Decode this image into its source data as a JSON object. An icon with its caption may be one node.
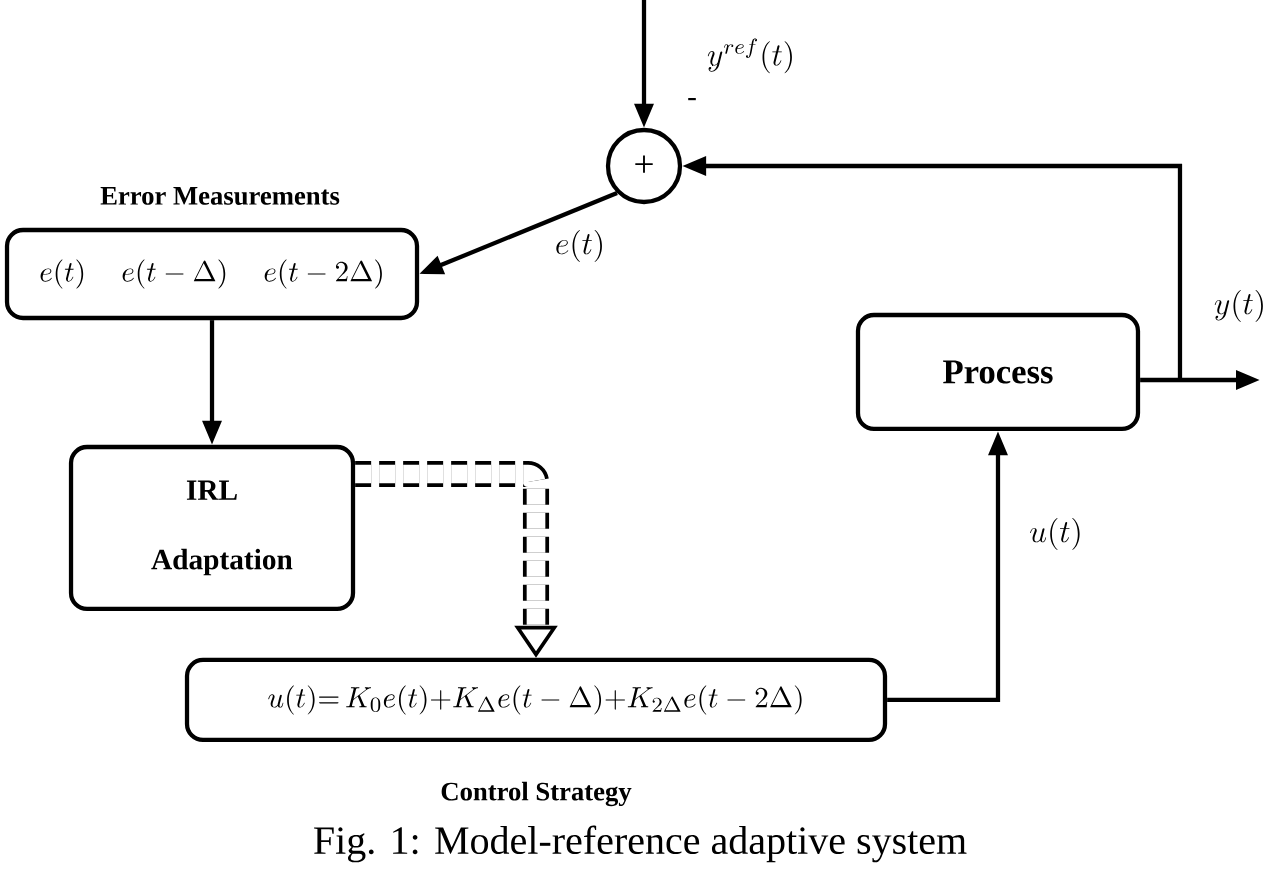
{
  "diagram": {
    "caption": "Fig. 1: Model-reference adaptive system",
    "nodes": [
      {
        "text": [
          "+"
        ]
      },
      {
        "text": [
          "Error Measurements",
          "e(t)",
          "e(t-\\Delta)",
          "e(t-2\\Delta)"
        ]
      },
      {
        "text": [
          "IRL Adaptation"
        ]
      },
      {
        "text": [
          "u(t){=}\\,K_0e(t){+}K_{\\Delta}e(t-\\Delta){+}K_{2\\Delta}e(t-2\\Delta)",
          "Control Strategy"
        ]
      },
      {
        "text": [
          "Process"
        ]
      }
    ],
    "edges": [
      {
        "from": null,
        "to": 0,
        "arrow": "to",
        "label": "y^{ref}(t)"
      },
      {
        "from": 0,
        "to": 1,
        "arrow": "to",
        "label": "e(t)"
      },
      {
        "from": 1,
        "to": 2,
        "arrow": "to"
      },
      {
        "from": 2,
        "to": 3,
        "arrow": "to",
        "style": "dashed"
      },
      {
        "from": 3,
        "to": 4,
        "arrow": "to",
        "label": "u(t)"
      },
      {
        "from": 4,
        "to": null,
        "arrow": "to",
        "label": "y(t)"
      },
      {
        "from": 4,
        "to": 0,
        "arrow": "to"
      }
    ],
    "labels": [
      "-"
    ]
  }
}
